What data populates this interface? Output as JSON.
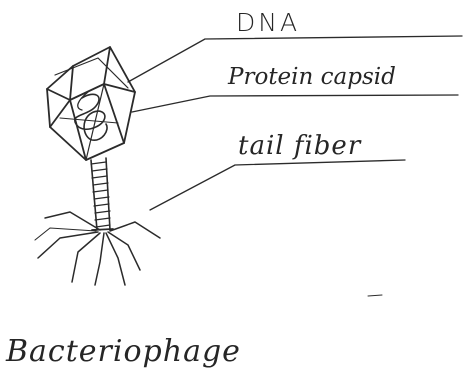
{
  "title": "Bacteriophage",
  "labels": {
    "dna": "DNA",
    "capsid": "Protein capsid",
    "tail_fiber": "tail fiber"
  },
  "colors": {
    "pencil": "#2b2b2b",
    "paper": "#ffffff"
  }
}
